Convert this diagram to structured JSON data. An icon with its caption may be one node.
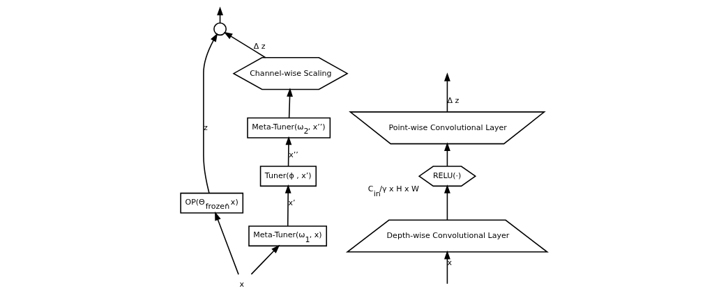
{
  "diagram": {
    "nodes": [
      {
        "text": [
          "x"
        ]
      },
      {
        "text": [
          "OP(Θ$_{frozen}$, x)"
        ]
      },
      {
        "text": [],
        "shape": "circle"
      },
      {
        "text": [
          "Meta-Tuner(ω$_{1}$, x)"
        ]
      },
      {
        "text": [
          "Tuner(ϕ , x’)"
        ]
      },
      {
        "text": [
          "Meta-Tuner(ω$_{2}$, x’’)"
        ]
      },
      {
        "text": [
          "Channel-wise Scaling"
        ]
      },
      {
        "text": [
          "Depth-wise Convolutional Layer"
        ]
      },
      {
        "text": [
          "RELU(·)"
        ],
        "beside": [
          "C$_{in}$/γ x H x W"
        ]
      },
      {
        "text": [
          "Point-wise Convolutional Layer"
        ]
      }
    ],
    "edges": [
      {
        "from": 0,
        "to": 1,
        "arrow": "to"
      },
      {
        "from": 0,
        "to": 3,
        "arrow": "to"
      },
      {
        "from": 1,
        "to": 2,
        "arrow": "to",
        "label": "z"
      },
      {
        "from": 3,
        "to": 4,
        "arrow": "to",
        "label": "x’"
      },
      {
        "from": 4,
        "to": 5,
        "arrow": "to",
        "label": "x’’"
      },
      {
        "from": 5,
        "to": 6,
        "arrow": "to"
      },
      {
        "from": 6,
        "to": 2,
        "arrow": "to",
        "label": "Δ z"
      },
      {
        "from": 2,
        "to": null,
        "arrow": "to"
      },
      {
        "from": null,
        "to": 7,
        "arrow": "to",
        "label": "x"
      },
      {
        "from": 7,
        "to": 8,
        "arrow": "to"
      },
      {
        "from": 8,
        "to": 9,
        "arrow": "to"
      },
      {
        "from": 9,
        "to": null,
        "arrow": "to",
        "label": "Δ z"
      }
    ]
  }
}
